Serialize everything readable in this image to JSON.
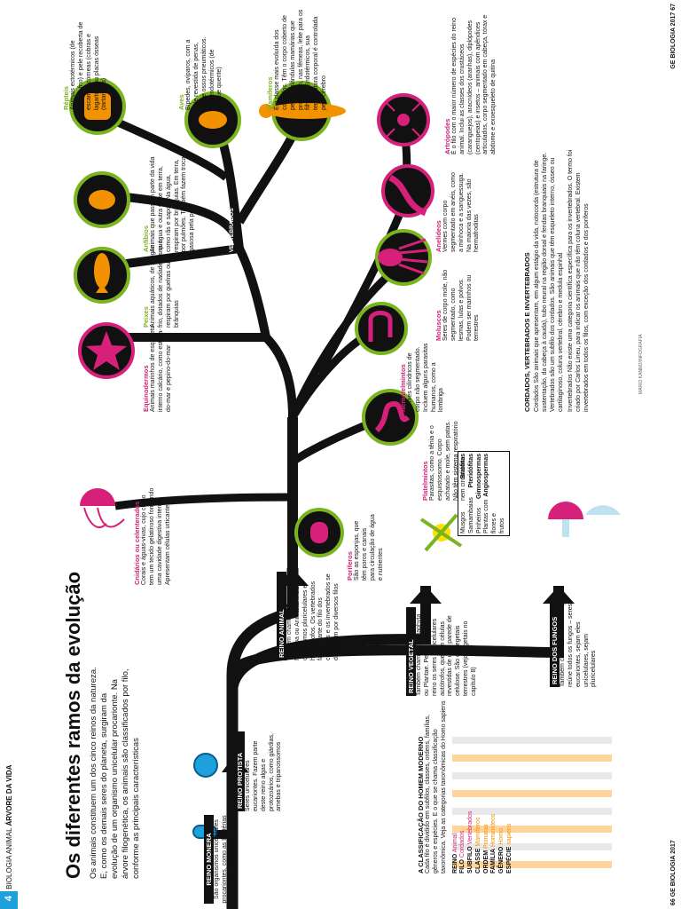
{
  "page_header": {
    "section_number": "4",
    "section_label": "BIOLOGIA ANIMAL",
    "section_title": "ÁRVORE DA VIDA",
    "footer_left": "66 GE BIOLOGIA 2017",
    "footer_right": "GE BIOLOGIA 2017 67",
    "credit": "MARIO KANNO/INFOGRAFIA"
  },
  "article": {
    "title": "Os diferentes ramos da evolução",
    "intro": "Os animais constituem um dos cinco reinos da natureza. E, como os demais seres do planeta, surgiram da evolução de um organismo unicelular procarionte. Na árvore filogenética, os animais são classificados por filo, conforme as principais características"
  },
  "kingdoms": {
    "monera": {
      "label": "REINO MONERA",
      "text": "São organismos unicelulares procariontes, como as bactérias e as cianobactérias"
    },
    "protista": {
      "label": "REINO PROTISTA",
      "text": "Seres unicelulares eucariontes. Fazem parte deste reino algas e protozoários, como giárdias, amebas e tripanossomos"
    },
    "animal": {
      "label": "REINO ANIMAL",
      "text": "Também chamado Reino Metazoa ou Animalia. Inclui organismos pluricelulares e heterótrofos. Os vertebrados fazem parte do filo dos cordados e os invertebrados se distribuem por diversos filos"
    },
    "vegetal": {
      "label": "REINO VEGETAL",
      "text": "Também chamado Metaphyta ou Plantae. Pertencem a este reino os seres pluricelulares autótrofos, que têm células revestidas de uma parede de celulose. São os vegetais terrestres (veja vegetais no capítulo 8)"
    },
    "fungos": {
      "label": "REINO DOS FUNGOS",
      "text": "Também chamado Reino Fungi, reúne todos os fungos – seres eucariontes, sejam eles unicelulares, sejam pluricelulares"
    }
  },
  "phyla": {
    "poriferos": {
      "name": "Poríferos",
      "text": "São as esponjas, que têm poros e canais para circulação de água e nutrientes"
    },
    "cnidarios": {
      "name": "Cnidários ou celenterados",
      "text": "Corais e águas-vivas, cujo corpo tem um tecido gelatinoso formando uma cavidade digestiva interna. Apresentam células urticantes"
    },
    "platelmintos": {
      "name": "Platelmintos",
      "text": "Parasitas, como a tênia e o esquistossomo. Corpo achatado e mole, sem patas. Não têm sistema respiratório nem circulatório"
    },
    "nematelmintos": {
      "name": "Nematelmintos",
      "text": "Vermes cilíndricos de corpo não segmentado. Incluem alguns parasitas humanos, como a lombriga"
    },
    "equinodermos": {
      "name": "Equinodermos",
      "text": "Animais marinhos de esqueleto interno calcário, como estrela-do-mar e pepino-do-mar"
    },
    "moluscos": {
      "name": "Moluscos",
      "text": "Seres de corpo mole, não segmentado, como lesmas, lulas e polvos. Podem ser marinhos ou terrestres"
    },
    "peixes": {
      "name": "Peixes",
      "text": "Animais aquáticos, de sangue frio, dotados de nadadeiras que respiram por guelras ou brânquias"
    },
    "anelideos": {
      "name": "Anelídeos",
      "text": "Vermes com corpo segmentado em anéis, como a minhoca e a sanguessuga. Na maioria das vezes, são hermafroditas"
    },
    "anfibios": {
      "name": "Anfíbios",
      "text": "Animais que passam parte da vida na água e outra parte em terra, como rãs e sapos. Na água, respiram por brânquias. Em terra, por pulmões. Também fazem troca gasosa pela pele"
    },
    "artropodes": {
      "name": "Artrópodes",
      "text": "É o filo com o maior número de espécies do reino animal. Inclui as classes dos crustáceos (caranguejos), aracnídeos (aranhas), diplópodes (centopeias) e insetos – animais com apêndices articulados, corpo segmentado em cabeça, tórax e abdome e exoesqueleto de quitina"
    },
    "repteis": {
      "name": "Répteis",
      "text": "Animais ectotérmicos (de sangue frio) e pele recoberta de escamas córneas (cobras e lagartos) ou placas ósseas (tartarugas)"
    },
    "aves": {
      "name": "Aves",
      "text": "Bípedes, ovíparos, com a pele revestida de penas, bico e ossos pneumáticos. São endotérmicos (de sangue quente)"
    },
    "mamiferos": {
      "name": "Mamíferos",
      "text": "É a classe mais evoluída dos cordados. Têm o corpo coberto de pelos e glândulas mamárias que produzem, nas fêmeas, leite para os filhotes. Endotérmicos, sua temperatura corporal é controlada pelo cérebro"
    }
  },
  "branch_label": "CORDADOS VERTEBRADOS",
  "cordados_box": {
    "title": "CORDADOS, VERTEBRADOS E INVERTEBRADOS",
    "cordados_text": "Cordados São animais que apresentam, em algum estágio da vida, notocorda (estrutura de sustentação, da cabeça à cauda), tubo neural na região dorsal e fendas branquiais na faringe. Vertebrados são um subfilo dos cordados. São animais que têm esqueleto interno, ósseo ou cartilaginoso, coluna vertebral, cérebro e medula espinhal",
    "invert_text": "Invertebrados Não existe uma categoria científica específica para os invertebrados. O termo foi criado por Carlos Lineu, para indicar os animais que não têm coluna vertebral. Existem invertebrados em todos os filos, com exceção dos cordados e dos poríferos"
  },
  "classification": {
    "title": "A CLASSIFICAÇÃO DO HOMEM MODERNO",
    "text": "Cada filo é dividido em subfilos, classes, ordens, famílias, gêneros e espécies. E o que se chama classificação taxonômica. Veja as categorias taxonômicas do Homo sapiens",
    "rows": [
      {
        "level": "REINO",
        "value": "Animal"
      },
      {
        "level": "FILO",
        "value": "Cordados"
      },
      {
        "level": "SUBFILO",
        "value": "Vertebrados"
      },
      {
        "level": "CLASSE",
        "value": "Mamíferos"
      },
      {
        "level": "ORDEM",
        "value": "Primatas"
      },
      {
        "level": "FAMÍLIA",
        "value": "Hominídeos"
      },
      {
        "level": "GÊNERO",
        "value": "Homo"
      },
      {
        "level": "ESPÉCIE",
        "value": "sapiens"
      }
    ]
  },
  "plant_table": {
    "rows": [
      [
        "Musgos",
        "Briófitas"
      ],
      [
        "Samambaias",
        "Pteridófitas"
      ],
      [
        "Pinheiros",
        "Gimnospermas"
      ],
      [
        "Plantas com flores e frutos",
        "Angiospermas"
      ]
    ]
  },
  "colors": {
    "accent": "#d6207a",
    "phylum_green": "#7ab41e",
    "orange": "#f39200",
    "trunk": "#111111"
  }
}
